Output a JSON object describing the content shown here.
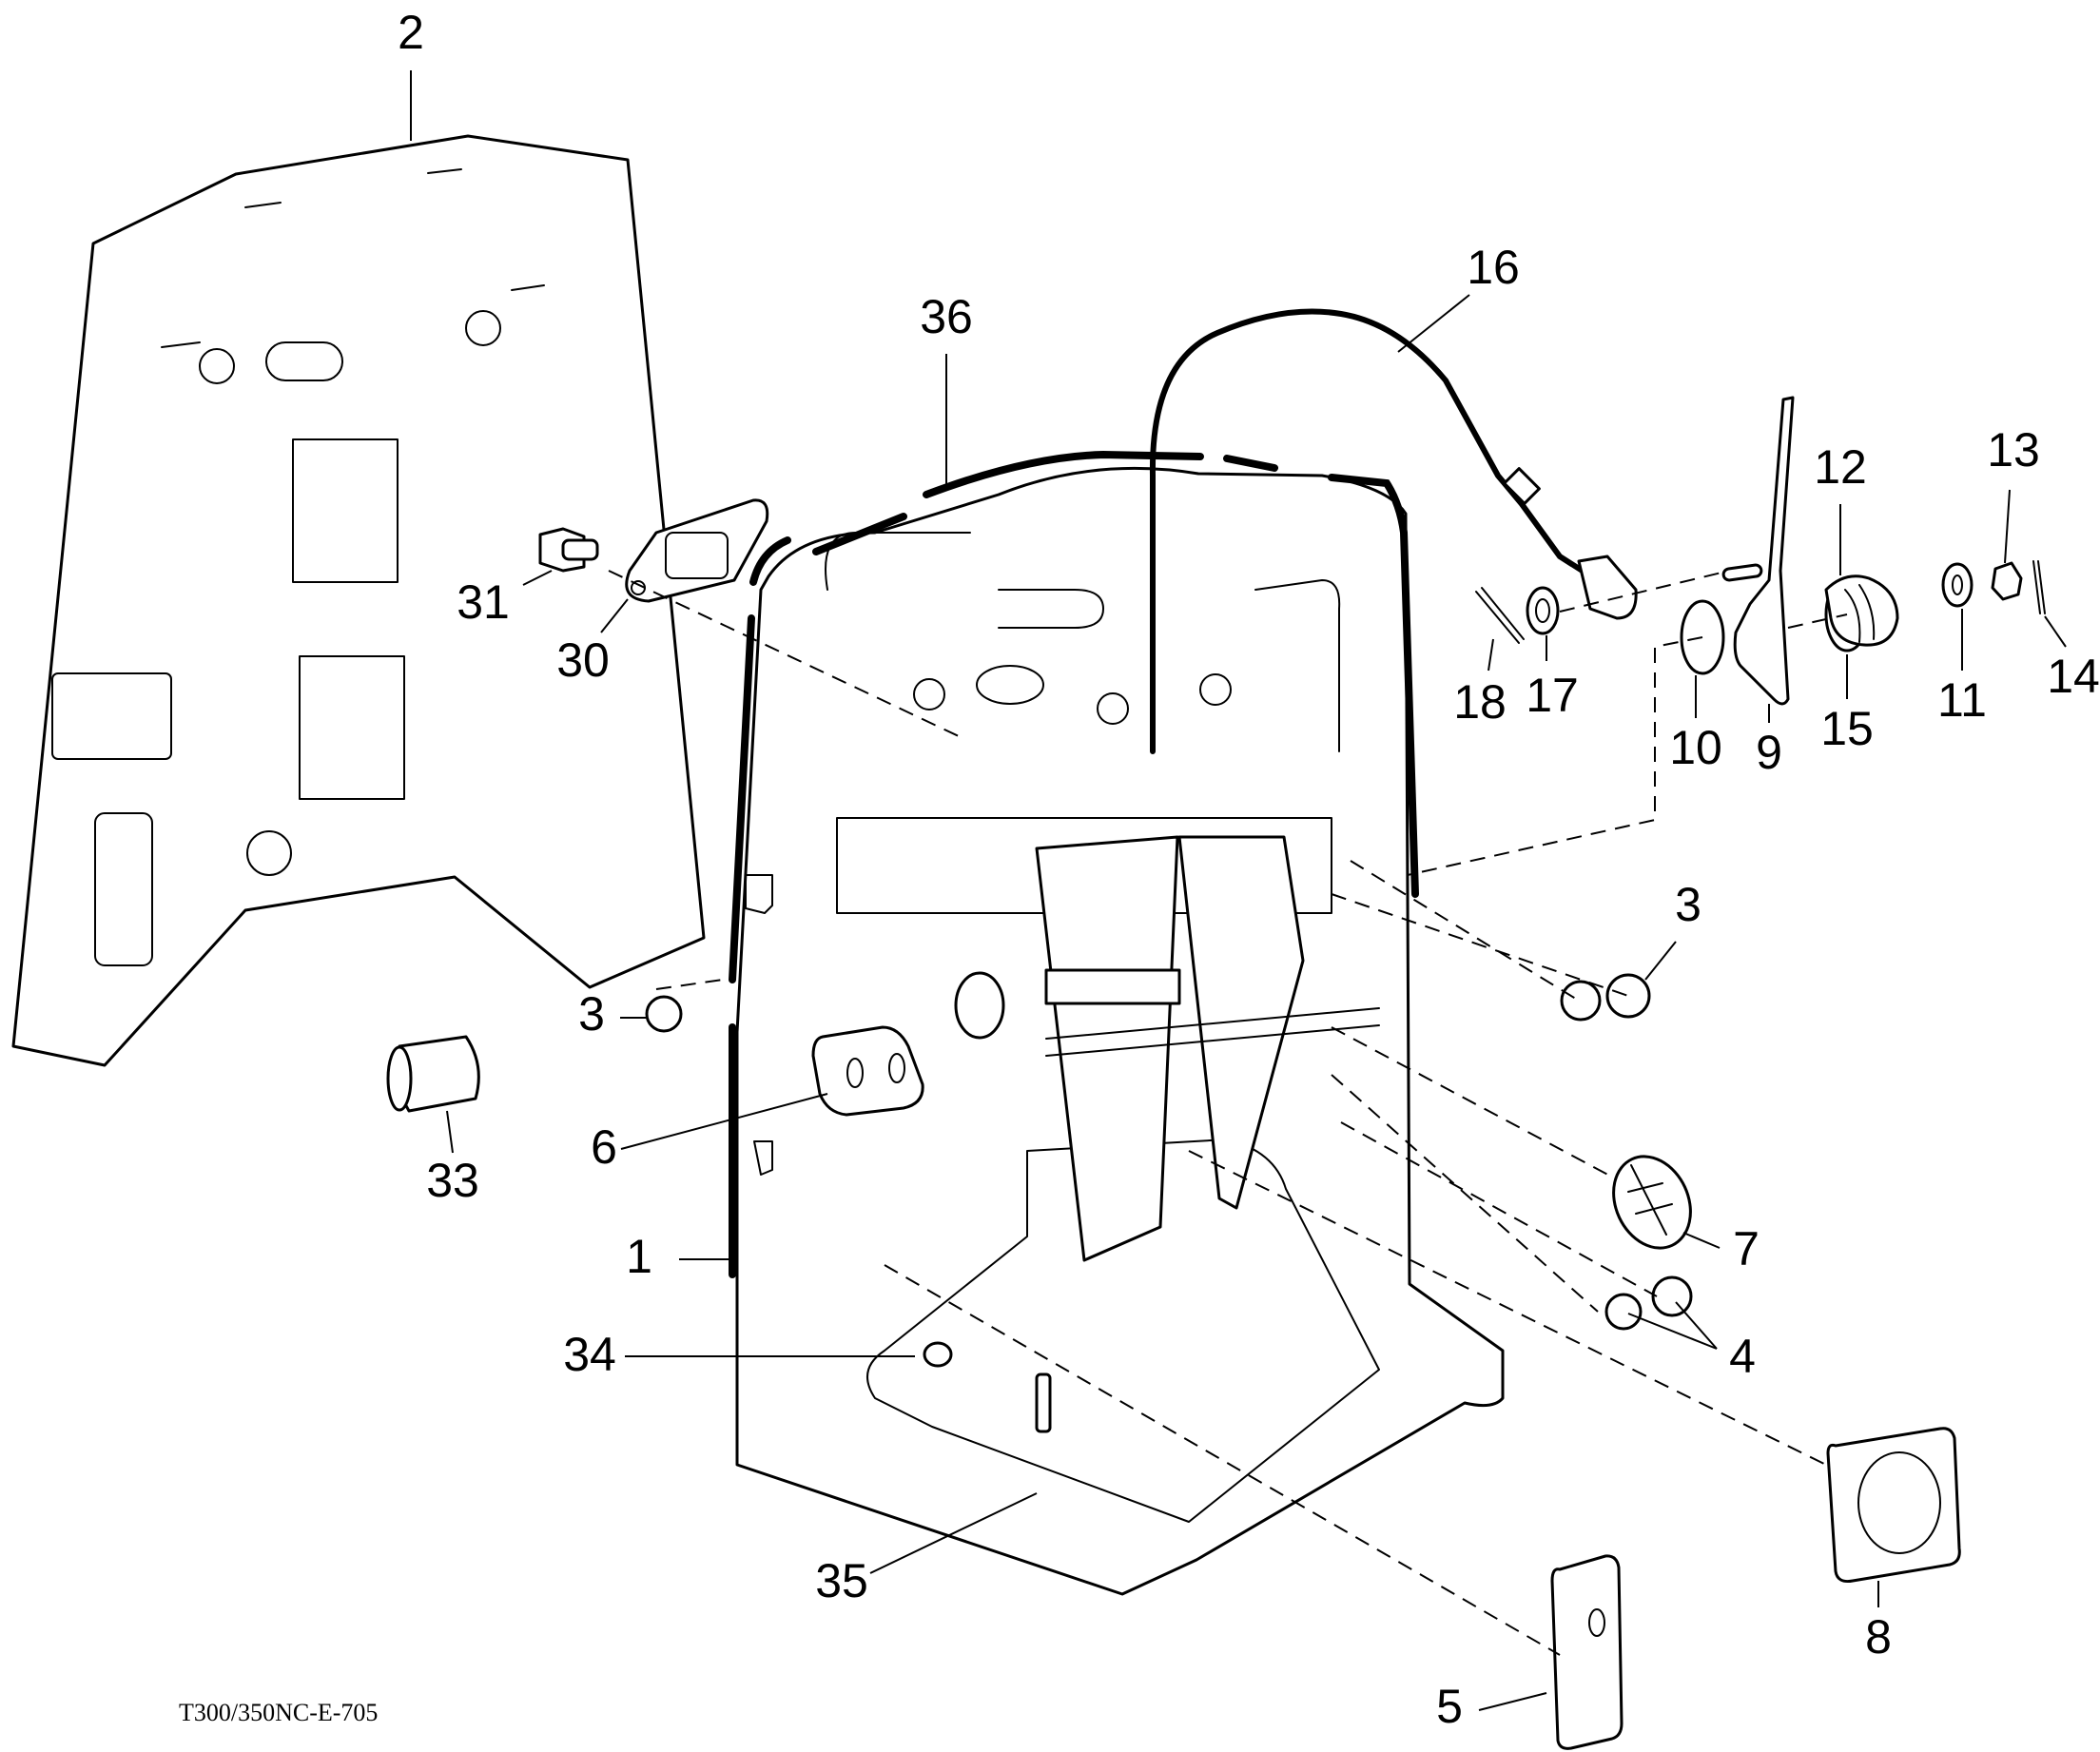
{
  "figure": {
    "reference_code": "T300/350NC-E-705",
    "callouts": [
      {
        "id": "c1",
        "label": "1"
      },
      {
        "id": "c2",
        "label": "2"
      },
      {
        "id": "c3a",
        "label": "3"
      },
      {
        "id": "c3b",
        "label": "3"
      },
      {
        "id": "c4",
        "label": "4"
      },
      {
        "id": "c5",
        "label": "5"
      },
      {
        "id": "c6",
        "label": "6"
      },
      {
        "id": "c7",
        "label": "7"
      },
      {
        "id": "c8",
        "label": "8"
      },
      {
        "id": "c9",
        "label": "9"
      },
      {
        "id": "c10",
        "label": "10"
      },
      {
        "id": "c11",
        "label": "11"
      },
      {
        "id": "c12",
        "label": "12"
      },
      {
        "id": "c13",
        "label": "13"
      },
      {
        "id": "c14",
        "label": "14"
      },
      {
        "id": "c15",
        "label": "15"
      },
      {
        "id": "c16",
        "label": "16"
      },
      {
        "id": "c17",
        "label": "17"
      },
      {
        "id": "c18",
        "label": "18"
      },
      {
        "id": "c30",
        "label": "30"
      },
      {
        "id": "c31",
        "label": "31"
      },
      {
        "id": "c33",
        "label": "33"
      },
      {
        "id": "c34",
        "label": "34"
      },
      {
        "id": "c35",
        "label": "35"
      },
      {
        "id": "c36",
        "label": "36"
      }
    ]
  }
}
